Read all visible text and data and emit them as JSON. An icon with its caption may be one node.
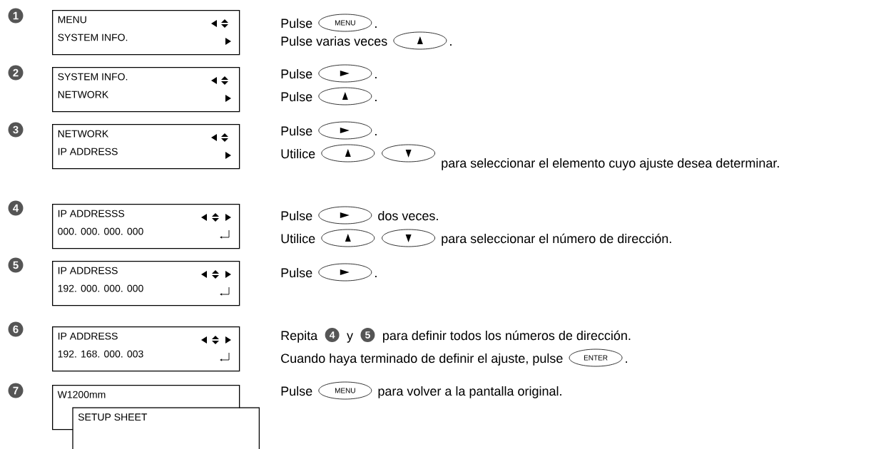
{
  "diagram": {
    "nodes": [
      {
        "text": [
          "1"
        ]
      },
      {
        "text": [
          "MENU",
          "SYSTEM INFO."
        ]
      },
      {
        "text": [
          "MENU"
        ]
      },
      {
        "text": [],
        "shape": "ellipse"
      },
      {
        "text": [
          "2"
        ]
      },
      {
        "text": [
          "SYSTEM INFO.",
          "NETWORK"
        ]
      },
      {
        "text": [],
        "shape": "ellipse"
      },
      {
        "text": [],
        "shape": "ellipse"
      },
      {
        "text": [
          "3"
        ]
      },
      {
        "text": [
          "NETWORK",
          "IP ADDRESS"
        ]
      },
      {
        "text": [],
        "shape": "ellipse"
      },
      {
        "text": [],
        "shape": "ellipse"
      },
      {
        "text": [],
        "shape": "ellipse"
      },
      {
        "text": [
          "4"
        ]
      },
      {
        "text": [
          "IP ADDRESSS",
          "000. 000. 000. 000"
        ]
      },
      {
        "text": [],
        "shape": "ellipse"
      },
      {
        "text": [],
        "shape": "ellipse"
      },
      {
        "text": [],
        "shape": "ellipse"
      },
      {
        "text": [
          "5"
        ]
      },
      {
        "text": [
          "IP ADDRESS",
          "192. 000. 000. 000"
        ]
      },
      {
        "text": [],
        "shape": "ellipse"
      },
      {
        "text": [
          "6"
        ]
      },
      {
        "text": [
          "IP ADDRESS",
          "192. 168. 000. 003"
        ]
      },
      {
        "text": [
          "4"
        ]
      },
      {
        "text": [
          "5"
        ]
      },
      {
        "text": [
          "ENTER"
        ]
      },
      {
        "text": [
          "7"
        ]
      },
      {
        "text": [
          "W1200mm"
        ]
      },
      {
        "text": [
          "SETUP SHEET"
        ]
      },
      {
        "text": [
          "MENU"
        ]
      }
    ],
    "labels": [
      "Pulse",
      ".",
      "Pulse varias veces",
      ".",
      "Pulse",
      ".",
      "Pulse",
      ".",
      "Pulse",
      ".",
      "Utilice",
      "para seleccionar el elemento cuyo ajuste desea determinar.",
      "Pulse",
      "dos veces.",
      "Utilice",
      "para seleccionar el número de dirección.",
      "Pulse",
      ".",
      "Repita",
      "y",
      "para definir todos los números de dirección.",
      "Cuando haya terminado de definir el ajuste, pulse",
      ".",
      "Pulse",
      "para volver a la pantalla original."
    ]
  }
}
